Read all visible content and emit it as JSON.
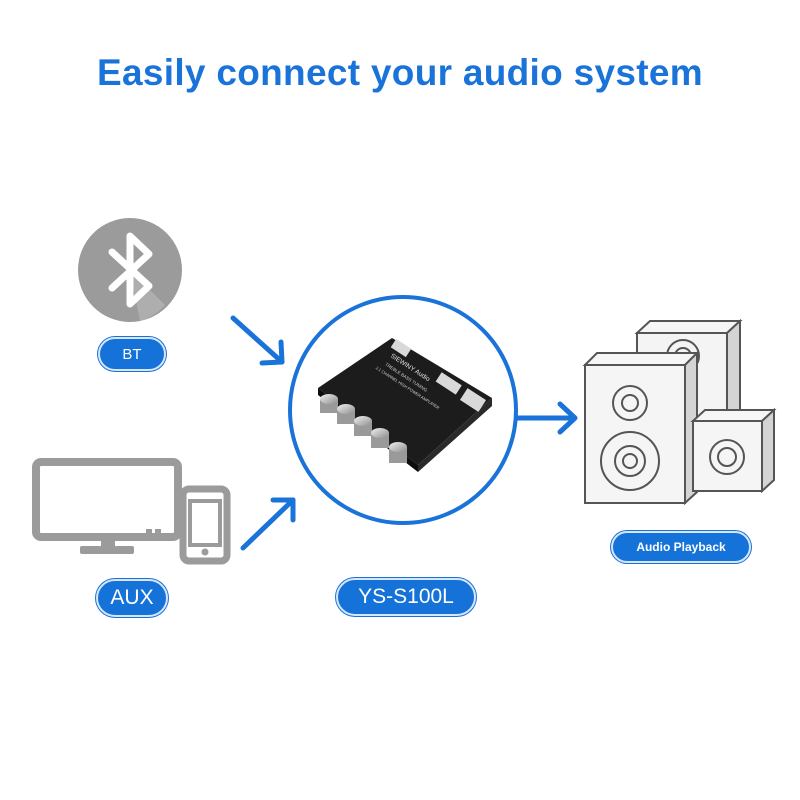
{
  "title": "Easily connect your audio system",
  "labels": {
    "bt": "BT",
    "aux": "AUX",
    "model": "YS-S100L",
    "playback": "Audio Playback"
  },
  "board_text": {
    "brand": "SIEWINY Audio",
    "line1": "TREBLE  BASS  TUNING",
    "line2": "2.1 CHANNEL  HIGH POWER  AMPLIFIER"
  },
  "icons": [
    "bluetooth-icon",
    "monitor-icon",
    "phone-icon",
    "amplifier-board-icon",
    "speaker-icon"
  ],
  "colors": {
    "accent": "#1a73d9",
    "pill": "#1472d9",
    "icon_gray": "#9a9a9a",
    "speaker_line": "#555555"
  }
}
